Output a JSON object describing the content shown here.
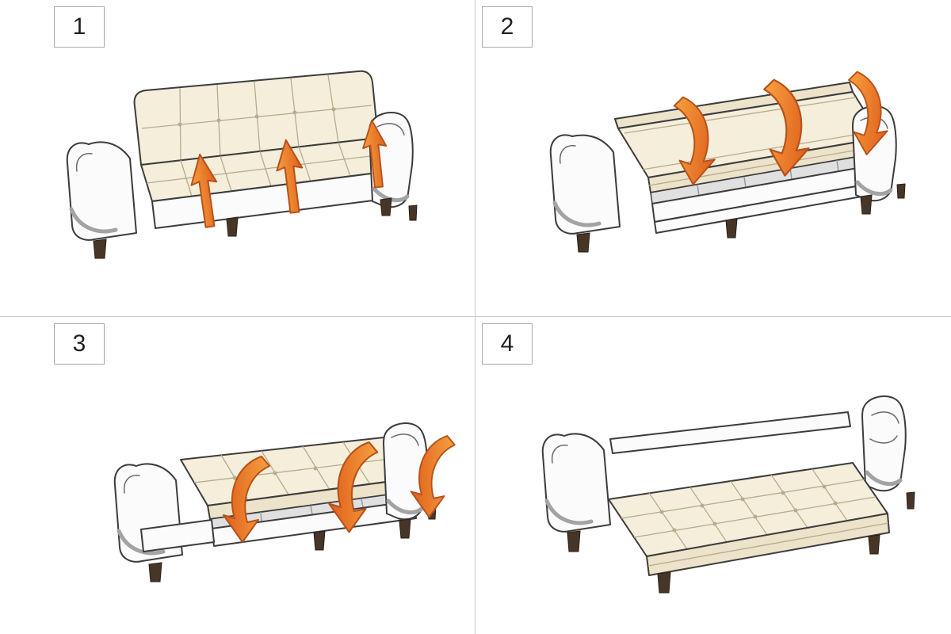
{
  "figure": {
    "type": "instructional-diagram",
    "subject": "sofa-bed unfolding sequence",
    "steps": [
      {
        "number": "1",
        "alt": "sofa in seating position, three orange arrows pointing up from the seat"
      },
      {
        "number": "2",
        "alt": "backrest folded down flat over open frame, three orange arrows curving downward"
      },
      {
        "number": "3",
        "alt": "bed section unfolding forward over the frame, three orange arrows curving down toward the front"
      },
      {
        "number": "4",
        "alt": "sofa fully unfolded into a flat tufted bed"
      }
    ]
  },
  "icons": {
    "step1_arrow": "up-arrow-icon",
    "step2_arrow": "curved-rotate-down-arrow-icon",
    "step3_arrow": "curved-rotate-down-arrow-icon"
  },
  "colors": {
    "background": "#ffffff",
    "grid_line": "#c8c8c8",
    "step_box_border": "#a9a9a9",
    "step_number": "#1f1f1f",
    "outline": "#3c3c3c",
    "cushion": "#f5eedb",
    "cushion_edge": "#ece3ca",
    "frame_white": "#fbfbfb",
    "slot_gray": "#e0e0e0",
    "seam": "#b7ab8d",
    "accent_gray": "#a3a3a3",
    "leg_brown": "#473527",
    "arrow_light": "#f7a13e",
    "arrow_dark": "#de5f1c",
    "arrow_stroke": "#b8511a"
  }
}
